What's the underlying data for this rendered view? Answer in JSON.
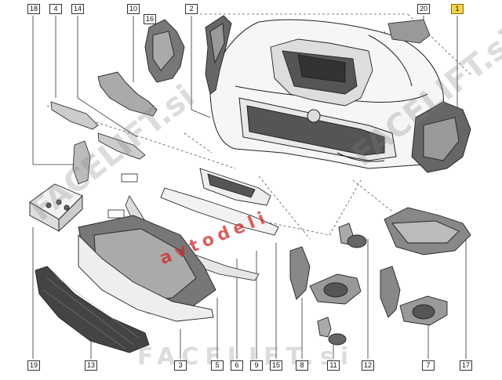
{
  "diagram": {
    "title": "Front bumper assembly exploded view",
    "callouts": [
      "18",
      "4",
      "14",
      "10",
      "16",
      "2",
      "20",
      "1",
      "19",
      "13",
      "3",
      "5",
      "6",
      "9",
      "15",
      "8",
      "12",
      "11",
      "7",
      "17"
    ],
    "highlighted_callout": "1"
  },
  "watermarks": {
    "facelift_diagonal_left": "FACELIFT.si",
    "facelift_diagonal_right": "FACELIFT.si",
    "avtodeli": "avtodeli",
    "facelift_bottom": "FACELIFT.si"
  },
  "colors": {
    "line": "#333333",
    "part_fill": "#f4f4f4",
    "dark_fill": "#444444",
    "highlight": "#f5d24b",
    "watermark_red": "#cd2828"
  }
}
